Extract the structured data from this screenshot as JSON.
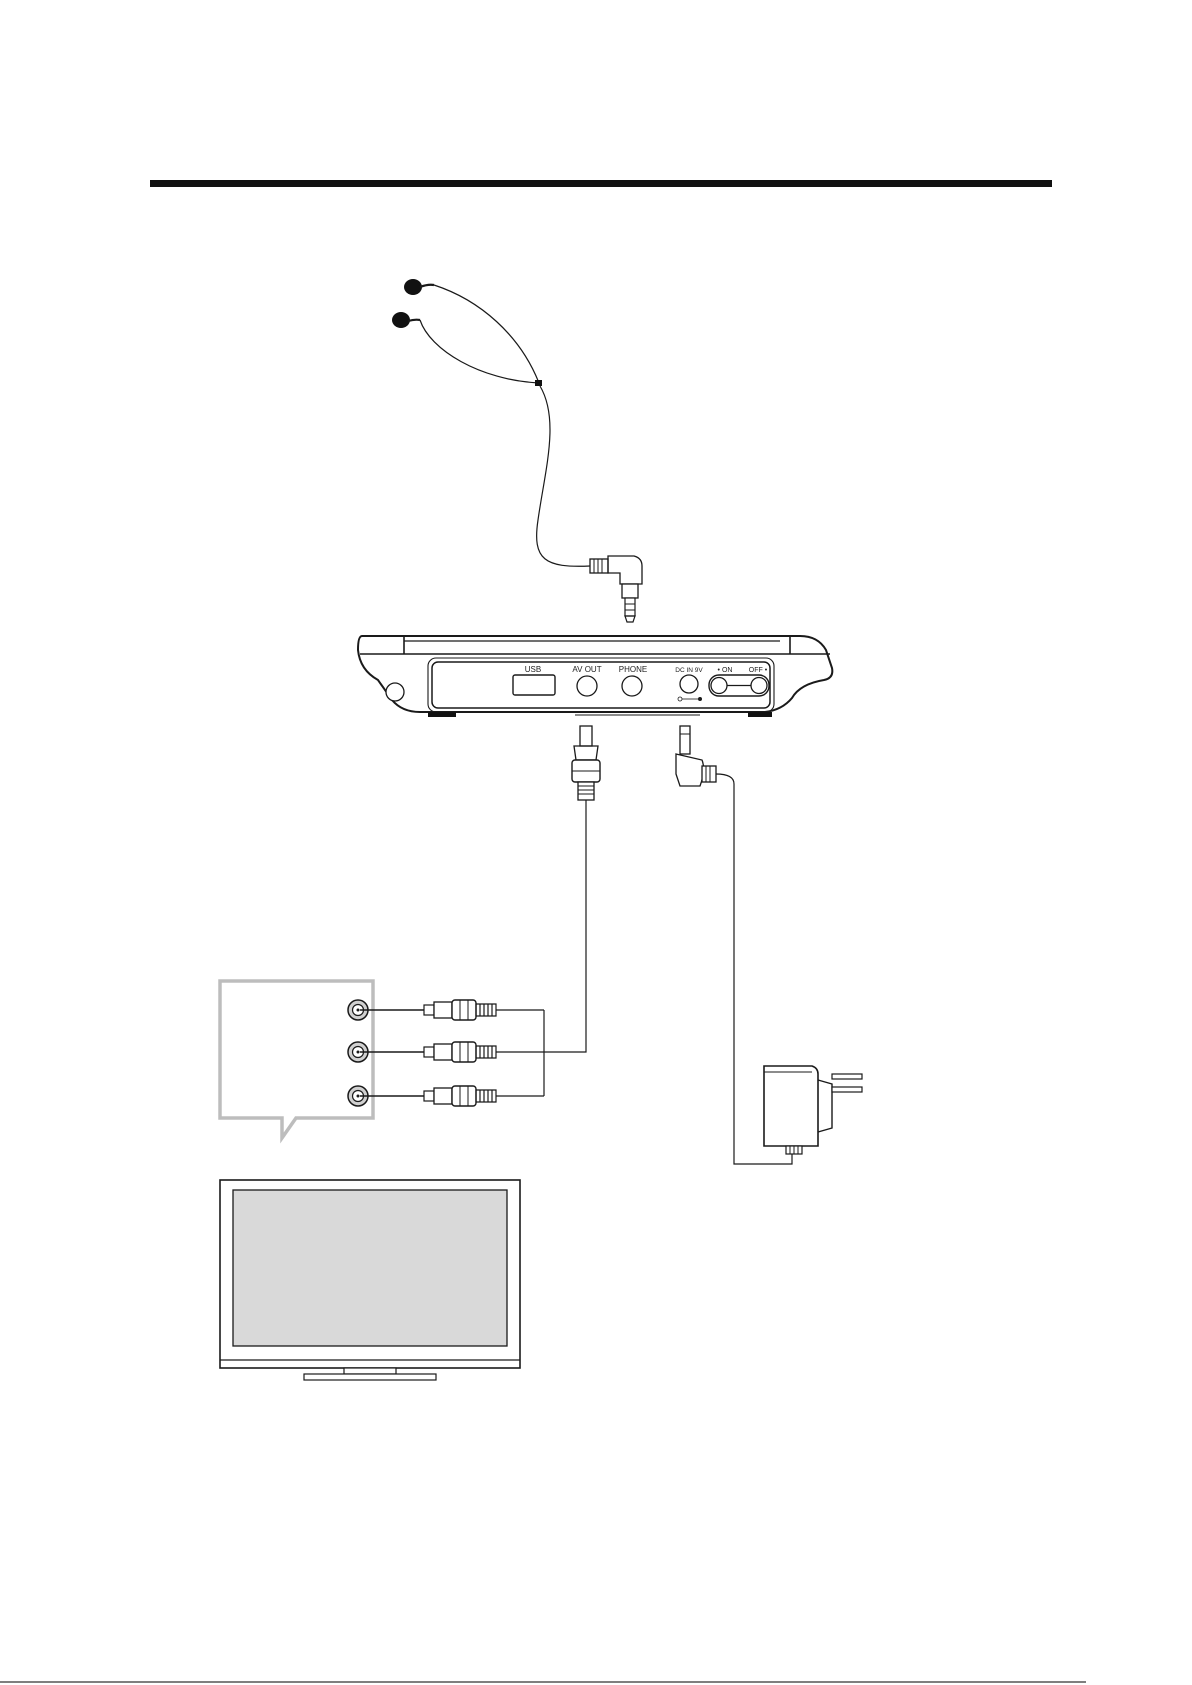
{
  "player": {
    "ports": {
      "usb": "USB",
      "av_out": "AV OUT",
      "phone": "PHONE",
      "dc_in": "DC IN 9V"
    },
    "switch": {
      "on": "• ON",
      "off": "OFF •"
    }
  },
  "colors": {
    "ink": "#1a1a1a",
    "tv_screen": "#d9d9d9",
    "jack_fill": "#d0d0d0"
  }
}
